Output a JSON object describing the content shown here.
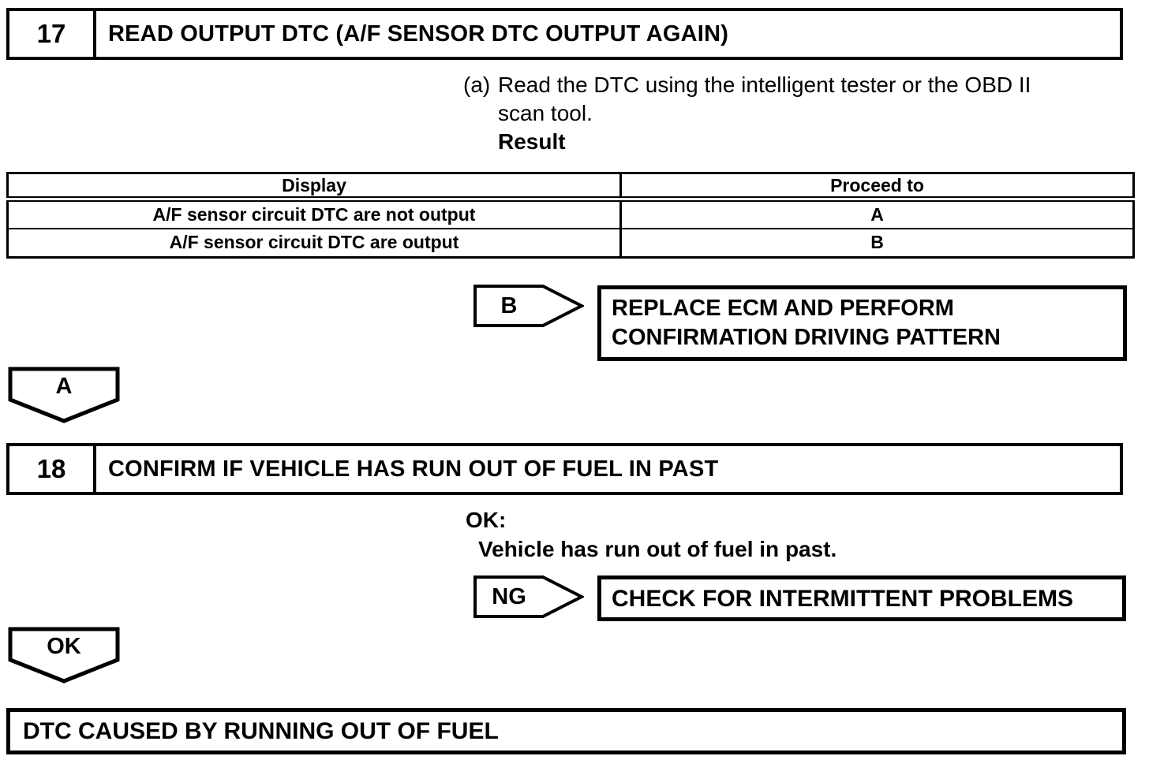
{
  "page": {
    "background_color": "#ffffff",
    "ink_color": "#000000"
  },
  "step17": {
    "number": "17",
    "title": "READ OUTPUT DTC (A/F SENSOR DTC OUTPUT AGAIN)"
  },
  "instruction": {
    "marker": "(a)",
    "line1": "Read the DTC using the intelligent tester or the OBD II",
    "line2": "scan tool.",
    "result_label": "Result"
  },
  "result_table": {
    "headers": {
      "display": "Display",
      "proceed": "Proceed to"
    },
    "rows": [
      {
        "display": "A/F sensor circuit DTC are not output",
        "proceed": "A"
      },
      {
        "display": "A/F sensor circuit DTC are output",
        "proceed": "B"
      }
    ]
  },
  "branch_b": {
    "label": "B",
    "action_line1": "REPLACE ECM AND PERFORM",
    "action_line2": "CONFIRMATION DRIVING PATTERN"
  },
  "connector_a": {
    "label": "A"
  },
  "step18": {
    "number": "18",
    "title": "CONFIRM IF VEHICLE HAS RUN OUT OF FUEL IN PAST"
  },
  "ok_criteria": {
    "label": "OK:",
    "text": "Vehicle has run out of fuel in past."
  },
  "branch_ng": {
    "label": "NG",
    "action": "CHECK FOR INTERMITTENT PROBLEMS"
  },
  "connector_ok": {
    "label": "OK"
  },
  "conclusion": {
    "text": "DTC CAUSED BY RUNNING OUT OF FUEL"
  }
}
